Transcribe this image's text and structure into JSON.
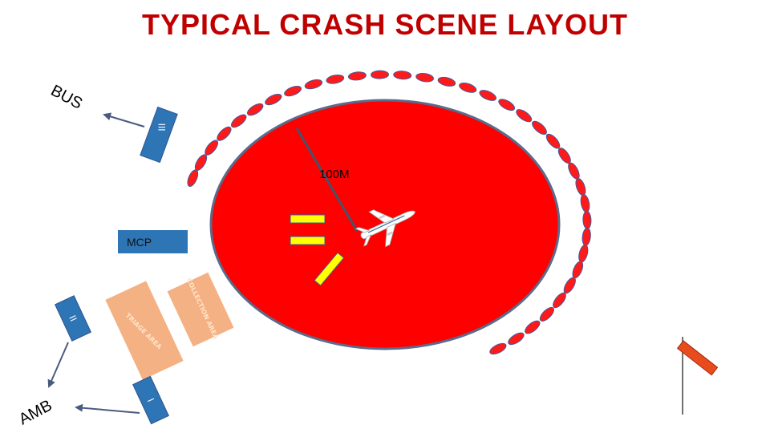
{
  "title": "TYPICAL CRASH SCENE LAYOUT",
  "labels": {
    "bus": "BUS",
    "amb": "AMB",
    "radius": "100M",
    "mcp": "MCP",
    "sector_1": "I",
    "sector_2": "II",
    "sector_3": "III",
    "collection_area": "COLLECTION AREA",
    "triage_area": "TRIAGE AREA"
  },
  "colors": {
    "title": "#c00000",
    "zone_fill": "#ff0000",
    "zone_border": "#5a6b8c",
    "cone_fill": "#ff1a1a",
    "cone_border": "#3f5aa0",
    "sector_blue": "#2e75b6",
    "area_peach": "#f4b183",
    "area_peach_text": "#ffe5cc",
    "vehicle_yellow": "#ffff00",
    "windsock": "#e84c1c"
  },
  "icons": {
    "aircraft": "airplane-icon",
    "windsock": "windsock-icon"
  }
}
